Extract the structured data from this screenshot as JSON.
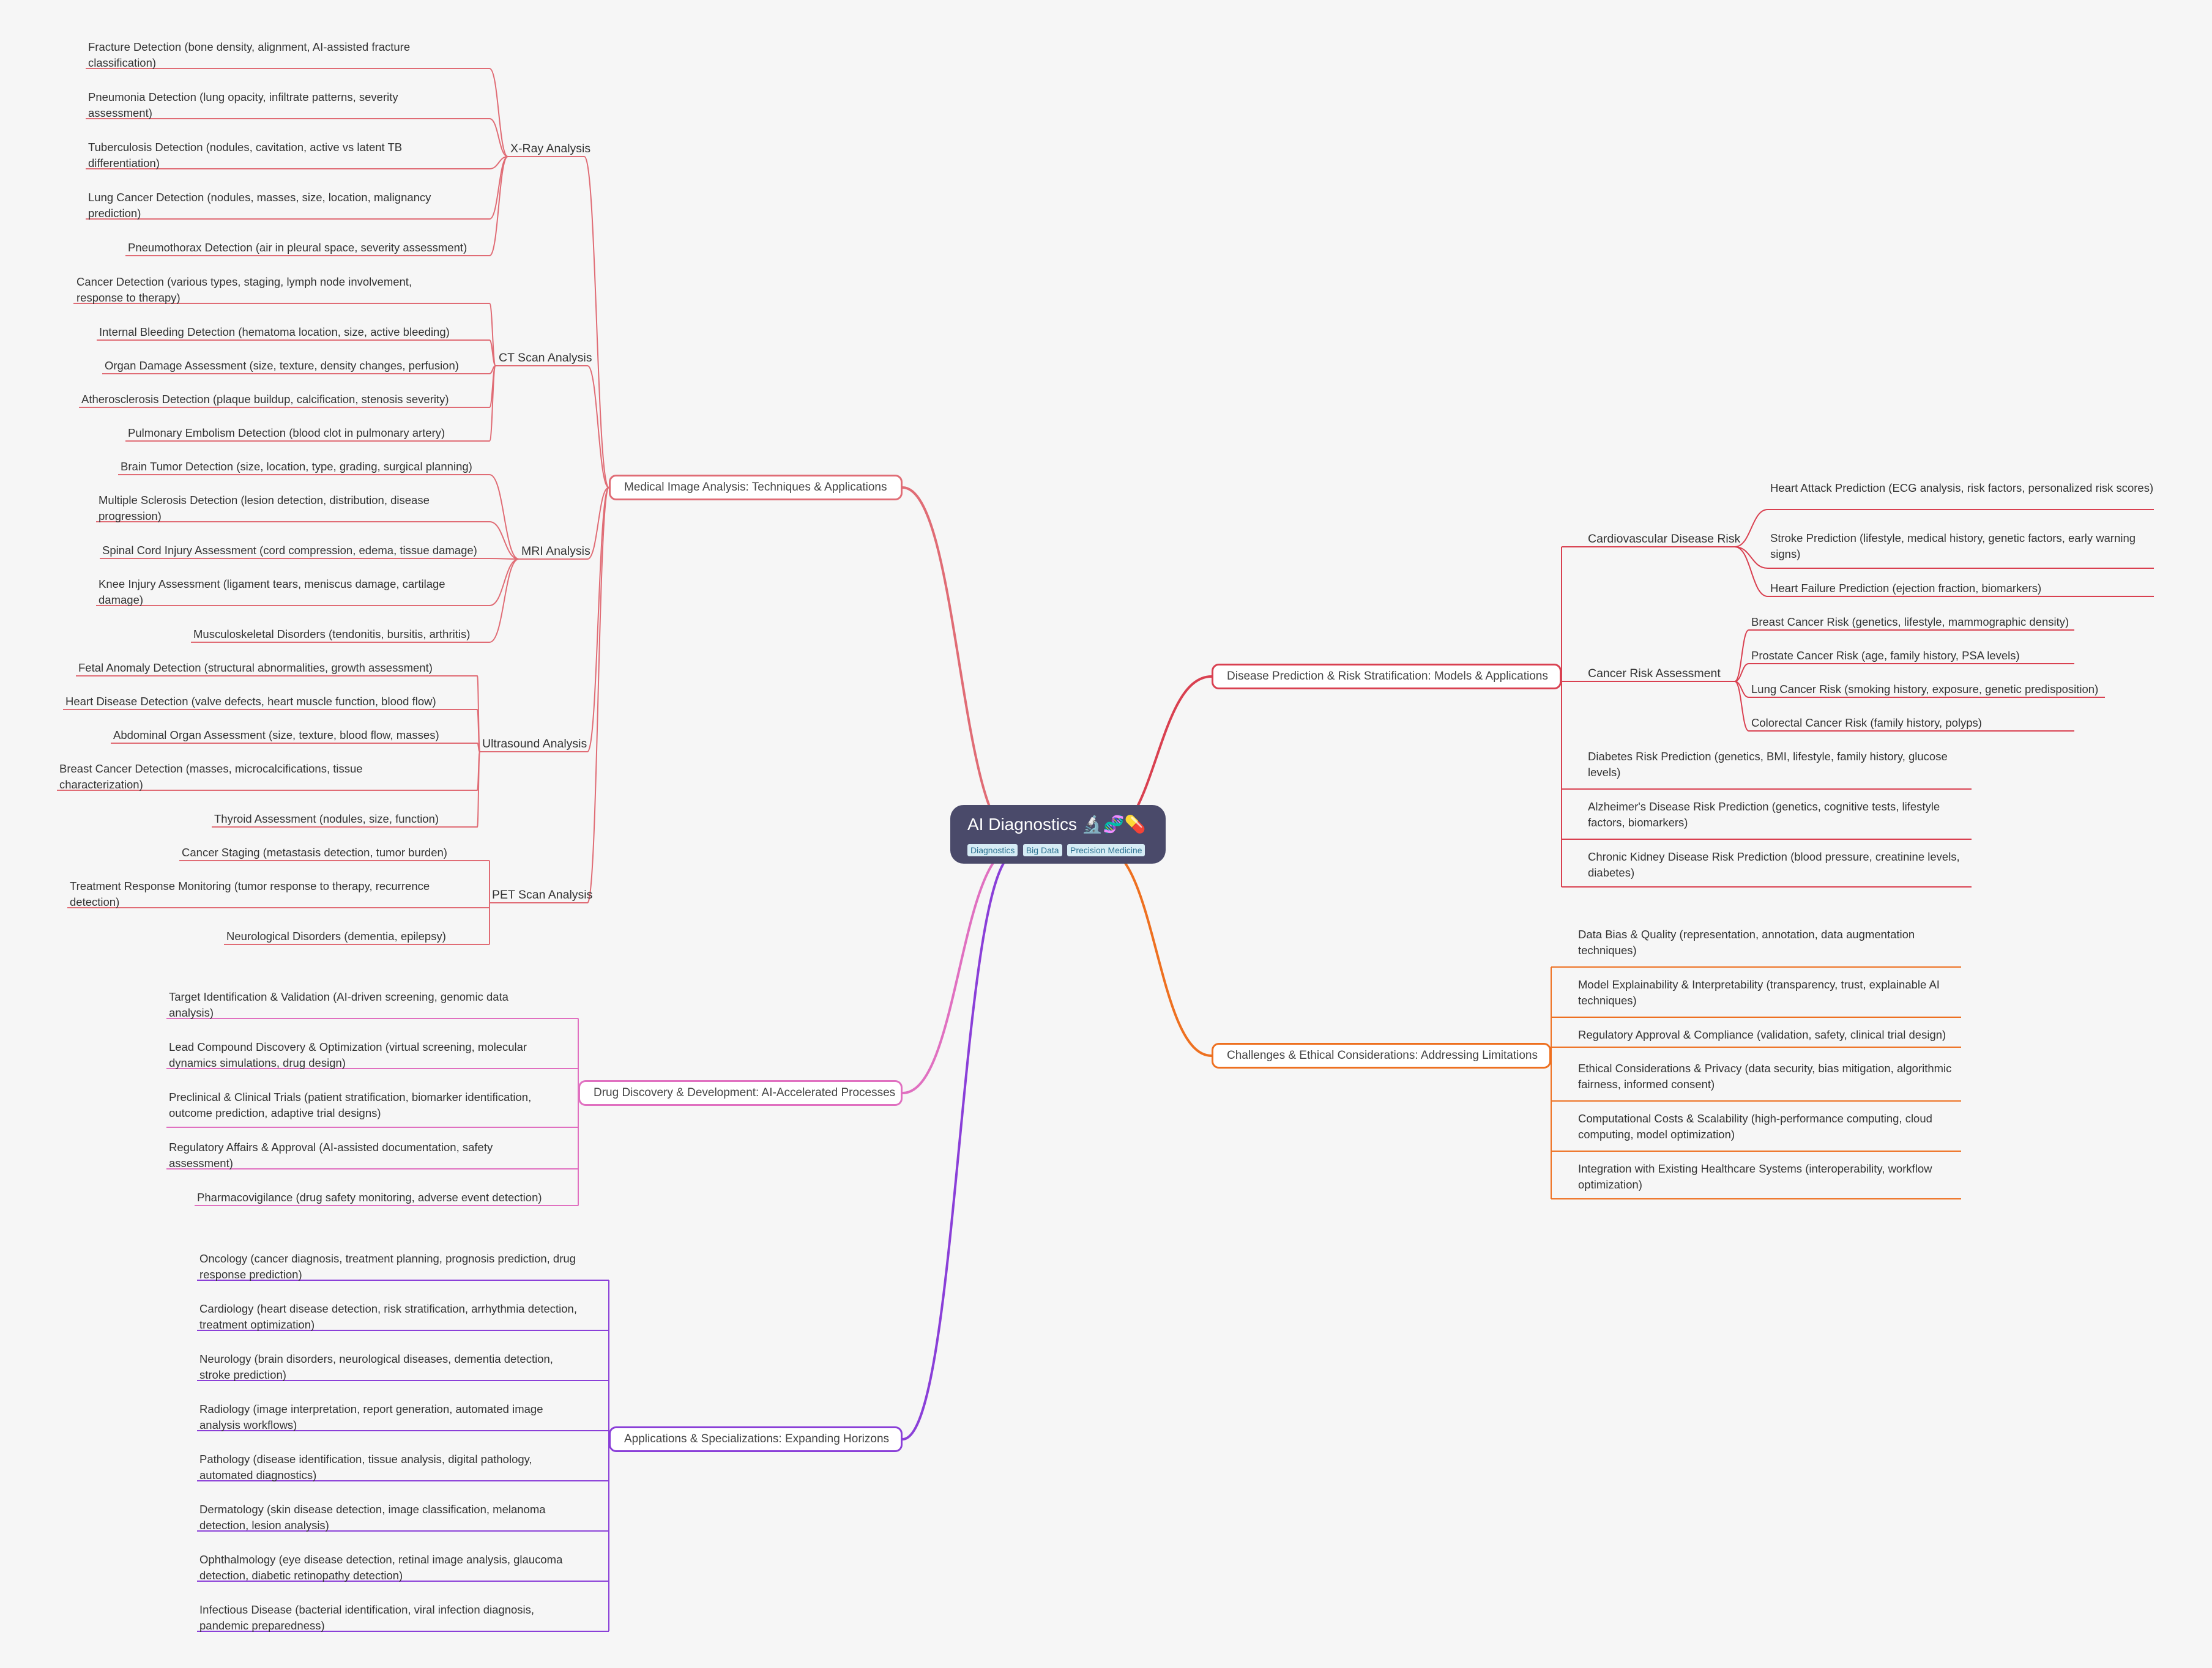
{
  "root": {
    "title": "AI Diagnostics 🔬🧬💊",
    "tags": [
      "Diagnostics",
      "Big Data",
      "Precision Medicine"
    ]
  },
  "branches": {
    "medical": {
      "label": "Medical Image Analysis: Techniques & Applications",
      "color": "#e06c75",
      "groups": {
        "xray": {
          "label": "X-Ray Analysis",
          "items": [
            "Fracture Detection (bone density, alignment, AI-assisted fracture classification)",
            "Pneumonia Detection (lung opacity, infiltrate patterns, severity assessment)",
            "Tuberculosis Detection (nodules, cavitation, active vs latent TB differentiation)",
            "Lung Cancer Detection (nodules, masses, size, location, malignancy prediction)",
            "Pneumothorax Detection (air in pleural space, severity assessment)"
          ]
        },
        "ct": {
          "label": "CT Scan Analysis",
          "items": [
            "Cancer Detection (various types, staging, lymph node involvement, response to therapy)",
            "Internal Bleeding Detection (hematoma location, size, active bleeding)",
            "Organ Damage Assessment (size, texture, density changes, perfusion)",
            "Atherosclerosis Detection (plaque buildup, calcification, stenosis severity)",
            "Pulmonary Embolism Detection (blood clot in pulmonary artery)"
          ]
        },
        "mri": {
          "label": "MRI Analysis",
          "items": [
            "Brain Tumor Detection (size, location, type, grading, surgical planning)",
            "Multiple Sclerosis Detection (lesion detection, distribution, disease progression)",
            "Spinal Cord Injury Assessment (cord compression, edema, tissue damage)",
            "Knee Injury Assessment (ligament tears, meniscus damage, cartilage damage)",
            "Musculoskeletal Disorders (tendonitis, bursitis, arthritis)"
          ]
        },
        "us": {
          "label": "Ultrasound Analysis",
          "items": [
            "Fetal Anomaly Detection (structural abnormalities, growth assessment)",
            "Heart Disease Detection (valve defects, heart muscle function, blood flow)",
            "Abdominal Organ Assessment (size, texture, blood flow, masses)",
            "Breast Cancer Detection (masses, microcalcifications, tissue characterization)",
            "Thyroid Assessment (nodules, size, function)"
          ]
        },
        "pet": {
          "label": "PET Scan Analysis",
          "items": [
            "Cancer Staging (metastasis detection, tumor burden)",
            "Treatment Response Monitoring (tumor response to therapy, recurrence detection)",
            "Neurological Disorders (dementia, epilepsy)"
          ]
        }
      }
    },
    "drug": {
      "label": "Drug Discovery & Development: AI-Accelerated Processes",
      "color": "#e070c0",
      "items": [
        "Target Identification & Validation (AI-driven screening, genomic data analysis)",
        "Lead Compound Discovery & Optimization (virtual screening, molecular dynamics simulations, drug design)",
        "Preclinical & Clinical Trials (patient stratification, biomarker identification, outcome prediction, adaptive trial designs)",
        "Regulatory Affairs & Approval (AI-assisted documentation, safety assessment)",
        "Pharmacovigilance (drug safety monitoring, adverse event detection)"
      ]
    },
    "apps": {
      "label": "Applications & Specializations: Expanding Horizons",
      "color": "#8a3fd8",
      "items": [
        "Oncology (cancer diagnosis, treatment planning, prognosis prediction, drug response prediction)",
        "Cardiology (heart disease detection, risk stratification, arrhythmia detection, treatment optimization)",
        "Neurology (brain disorders, neurological diseases, dementia detection, stroke prediction)",
        "Radiology (image interpretation, report generation, automated image analysis workflows)",
        "Pathology (disease identification, tissue analysis, digital pathology, automated diagnostics)",
        "Dermatology (skin disease detection, image classification, melanoma detection, lesion analysis)",
        "Ophthalmology (eye disease detection, retinal image analysis, glaucoma detection, diabetic retinopathy detection)",
        "Infectious Disease (bacterial identification, viral infection diagnosis, pandemic preparedness)"
      ]
    },
    "disease": {
      "label": "Disease Prediction & Risk Stratification: Models & Applications",
      "color": "#d94050",
      "groups": {
        "cardio": {
          "label": "Cardiovascular Disease Risk",
          "items": [
            "Heart Attack Prediction (ECG analysis, risk factors, personalized risk scores)",
            "Stroke Prediction (lifestyle, medical history, genetic factors, early warning signs)",
            "Heart Failure Prediction (ejection fraction, biomarkers)"
          ]
        },
        "cancer": {
          "label": "Cancer Risk Assessment",
          "items": [
            "Breast Cancer Risk (genetics, lifestyle, mammographic density)",
            "Prostate Cancer Risk (age, family history, PSA levels)",
            "Lung Cancer Risk (smoking history, exposure, genetic predisposition)",
            "Colorectal Cancer Risk (family history, polyps)"
          ]
        }
      },
      "items": [
        "Diabetes Risk Prediction (genetics, BMI, lifestyle, family history, glucose levels)",
        "Alzheimer's Disease Risk Prediction (genetics, cognitive tests, lifestyle factors, biomarkers)",
        "Chronic Kidney Disease Risk Prediction (blood pressure, creatinine levels, diabetes)"
      ]
    },
    "challenges": {
      "label": "Challenges & Ethical Considerations: Addressing Limitations",
      "color": "#ee7020",
      "items": [
        "Data Bias & Quality (representation, annotation, data augmentation techniques)",
        "Model Explainability & Interpretability (transparency, trust, explainable AI techniques)",
        "Regulatory Approval & Compliance (validation, safety, clinical trial design)",
        "Ethical Considerations & Privacy (data security, bias mitigation, algorithmic fairness, informed consent)",
        "Computational Costs & Scalability (high-performance computing, cloud computing, model optimization)",
        "Integration with Existing Healthcare Systems (interoperability, workflow optimization)"
      ]
    }
  }
}
